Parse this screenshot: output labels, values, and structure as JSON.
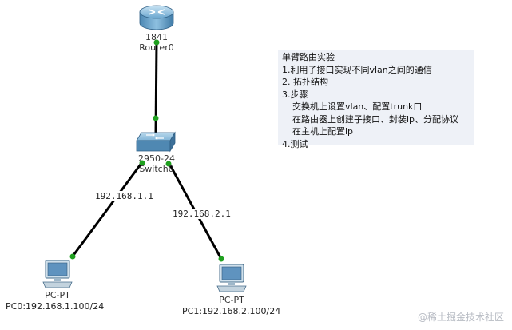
{
  "devices": {
    "router": {
      "model": "1841",
      "name": "Router0"
    },
    "switch": {
      "model": "2950-24",
      "name": "Switch0"
    },
    "pc0": {
      "type": "PC-PT",
      "caption": "PC0:192.168.1.100/24"
    },
    "pc1": {
      "type": "PC-PT",
      "caption": "PC1:192.168.2.100/24"
    }
  },
  "links": {
    "switch_pc0_label": "192.168.1.1",
    "switch_pc1_label": "192.168.2.1"
  },
  "notes": {
    "title": "单臂路由实验",
    "line1": "1.利用子接口实现不同vlan之间的通信",
    "line2": "2. 拓扑结构",
    "line3": "3.步骤",
    "step1": "交换机上设置vlan、配置trunk口",
    "step2": "在路由器上创建子接口、封装ip、分配协议",
    "step3": "在主机上配置ip",
    "line4": "4.测试"
  },
  "watermark": "@稀土掘金技术社区",
  "colors": {
    "link": "#000000",
    "port_up": "#1fa01f",
    "notes_bg": "#eef1f7"
  }
}
